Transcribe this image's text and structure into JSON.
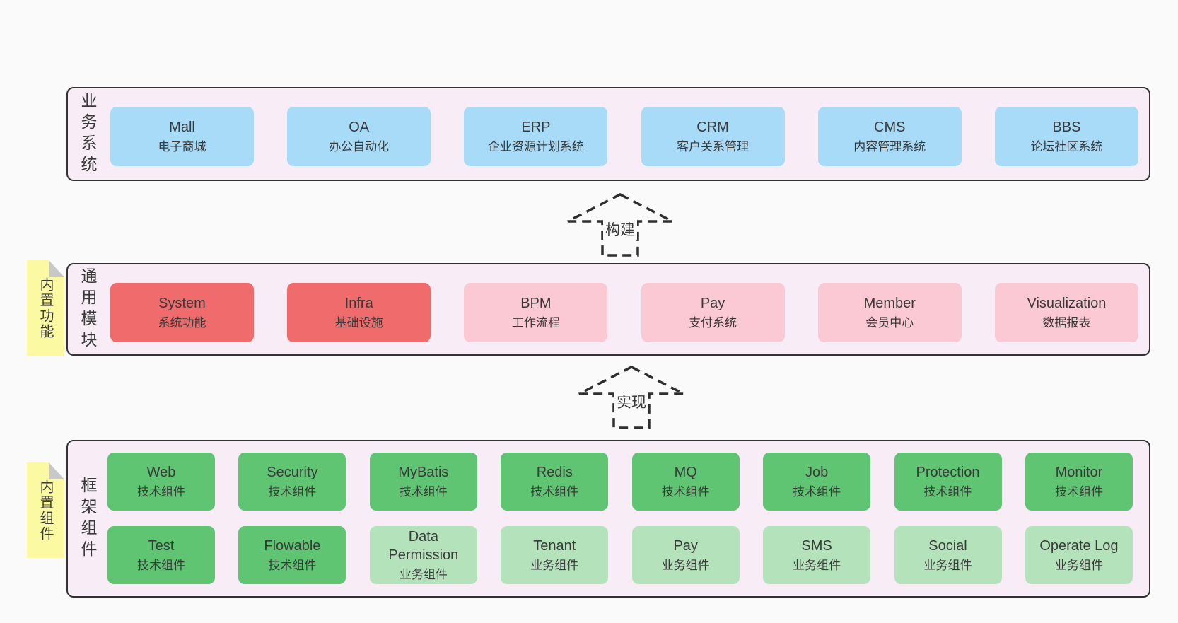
{
  "colors": {
    "page_bg": "#fafafa",
    "band_fill": "#f8edf6",
    "band_border": "#333333",
    "box_blue": "#a7dbf7",
    "box_red": "#f06c6c",
    "box_pink": "#fbc9d4",
    "box_green_dark": "#5fc573",
    "box_green_light": "#b4e3bb",
    "sticky_yellow": "#fbf9a2",
    "sticky_fold": "#c8c8c8",
    "text": "#3a3a3a"
  },
  "bands": {
    "business": {
      "side_label": "业务系统",
      "boxes": [
        {
          "name": "Mall",
          "desc": "电子商城",
          "variant": "blue"
        },
        {
          "name": "OA",
          "desc": "办公自动化",
          "variant": "blue"
        },
        {
          "name": "ERP",
          "desc": "企业资源计划系统",
          "variant": "blue"
        },
        {
          "name": "CRM",
          "desc": "客户关系管理",
          "variant": "blue"
        },
        {
          "name": "CMS",
          "desc": "内容管理系统",
          "variant": "blue"
        },
        {
          "name": "BBS",
          "desc": "论坛社区系统",
          "variant": "blue"
        }
      ]
    },
    "modules": {
      "side_label": "通用模块",
      "sticky_label": "内置功能",
      "boxes": [
        {
          "name": "System",
          "desc": "系统功能",
          "variant": "red"
        },
        {
          "name": "Infra",
          "desc": "基础设施",
          "variant": "red"
        },
        {
          "name": "BPM",
          "desc": "工作流程",
          "variant": "pink"
        },
        {
          "name": "Pay",
          "desc": "支付系统",
          "variant": "pink"
        },
        {
          "name": "Member",
          "desc": "会员中心",
          "variant": "pink"
        },
        {
          "name": "Visualization",
          "desc": "数据报表",
          "variant": "pink"
        }
      ]
    },
    "framework": {
      "side_label": "框架组件",
      "sticky_label": "内置组件",
      "rows": [
        [
          {
            "name": "Web",
            "desc": "技术组件",
            "variant": "green-dark"
          },
          {
            "name": "Security",
            "desc": "技术组件",
            "variant": "green-dark"
          },
          {
            "name": "MyBatis",
            "desc": "技术组件",
            "variant": "green-dark"
          },
          {
            "name": "Redis",
            "desc": "技术组件",
            "variant": "green-dark"
          },
          {
            "name": "MQ",
            "desc": "技术组件",
            "variant": "green-dark"
          },
          {
            "name": "Job",
            "desc": "技术组件",
            "variant": "green-dark"
          },
          {
            "name": "Protection",
            "desc": "技术组件",
            "variant": "green-dark"
          },
          {
            "name": "Monitor",
            "desc": "技术组件",
            "variant": "green-dark"
          }
        ],
        [
          {
            "name": "Test",
            "desc": "技术组件",
            "variant": "green-dark"
          },
          {
            "name": "Flowable",
            "desc": "技术组件",
            "variant": "green-dark"
          },
          {
            "name": "Data Permission",
            "desc": "业务组件",
            "variant": "green-light"
          },
          {
            "name": "Tenant",
            "desc": "业务组件",
            "variant": "green-light"
          },
          {
            "name": "Pay",
            "desc": "业务组件",
            "variant": "green-light"
          },
          {
            "name": "SMS",
            "desc": "业务组件",
            "variant": "green-light"
          },
          {
            "name": "Social",
            "desc": "业务组件",
            "variant": "green-light"
          },
          {
            "name": "Operate Log",
            "desc": "业务组件",
            "variant": "green-light"
          }
        ]
      ]
    }
  },
  "arrows": [
    {
      "label": "构建"
    },
    {
      "label": "实现"
    }
  ]
}
